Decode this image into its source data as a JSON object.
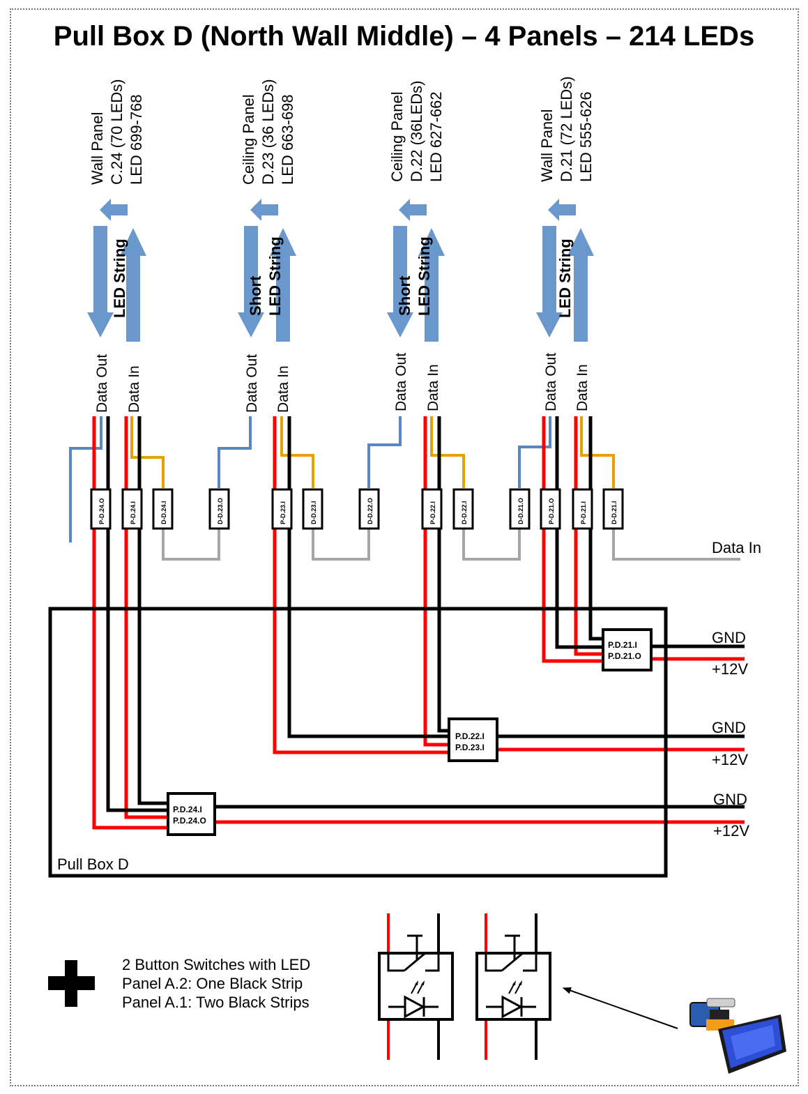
{
  "title": "Pull Box D (North Wall Middle) – 4 Panels – 214 LEDs",
  "colors": {
    "power": "#ff0000",
    "ground": "#000000",
    "data_out": "#5b86bf",
    "data_in": "#e8a200",
    "link": "#a6a6a6",
    "arrow": "#6a97cc"
  },
  "panels": [
    {
      "line1": "Wall Panel",
      "line2": "C.24 (70 LEDs)",
      "line3": "LED 699-768",
      "arrow_label_1": "",
      "arrow_label_2": "LED String"
    },
    {
      "line1": "Ceiling Panel",
      "line2": "D.23 (36 LEDs)",
      "line3": "LED 663-698",
      "arrow_label_1": "Short",
      "arrow_label_2": "LED String"
    },
    {
      "line1": "Ceiling Panel",
      "line2": "D.22 (36LEDs)",
      "line3": "LED 627-662",
      "arrow_label_1": "Short",
      "arrow_label_2": "LED String"
    },
    {
      "line1": "Wall Panel",
      "line2": "D.21 (72 LEDs)",
      "line3": "LED 555-626",
      "arrow_label_1": "",
      "arrow_label_2": "LED String"
    }
  ],
  "wire_labels": {
    "data_out": "Data Out",
    "data_in": "Data In"
  },
  "connectors": [
    "P-D.24.O",
    "P-D.24.I",
    "D-D.24.I",
    "D-D.23.O",
    "P-D.23.I",
    "D-D.23.I",
    "D-D.22.O",
    "P-D.22.I",
    "D-D.22.I",
    "D-D.21.O",
    "P-D.21.O",
    "P-D.21.I",
    "D-D.21.I"
  ],
  "data_in_label": "Data In",
  "power_blocks": [
    {
      "line1": "P.D.21.I",
      "line2": "P.D.21.O"
    },
    {
      "line1": "P.D.22.I",
      "line2": "P.D.23.I"
    },
    {
      "line1": "P.D.24.I",
      "line2": "P.D.24.O"
    }
  ],
  "supply_labels": {
    "gnd": "GND",
    "v12": "+12V"
  },
  "box_label": "Pull Box D",
  "switch_note": [
    "2 Button Switches with LED",
    "Panel A.2: One Black Strip",
    "Panel A.1: Two Black Strips"
  ]
}
